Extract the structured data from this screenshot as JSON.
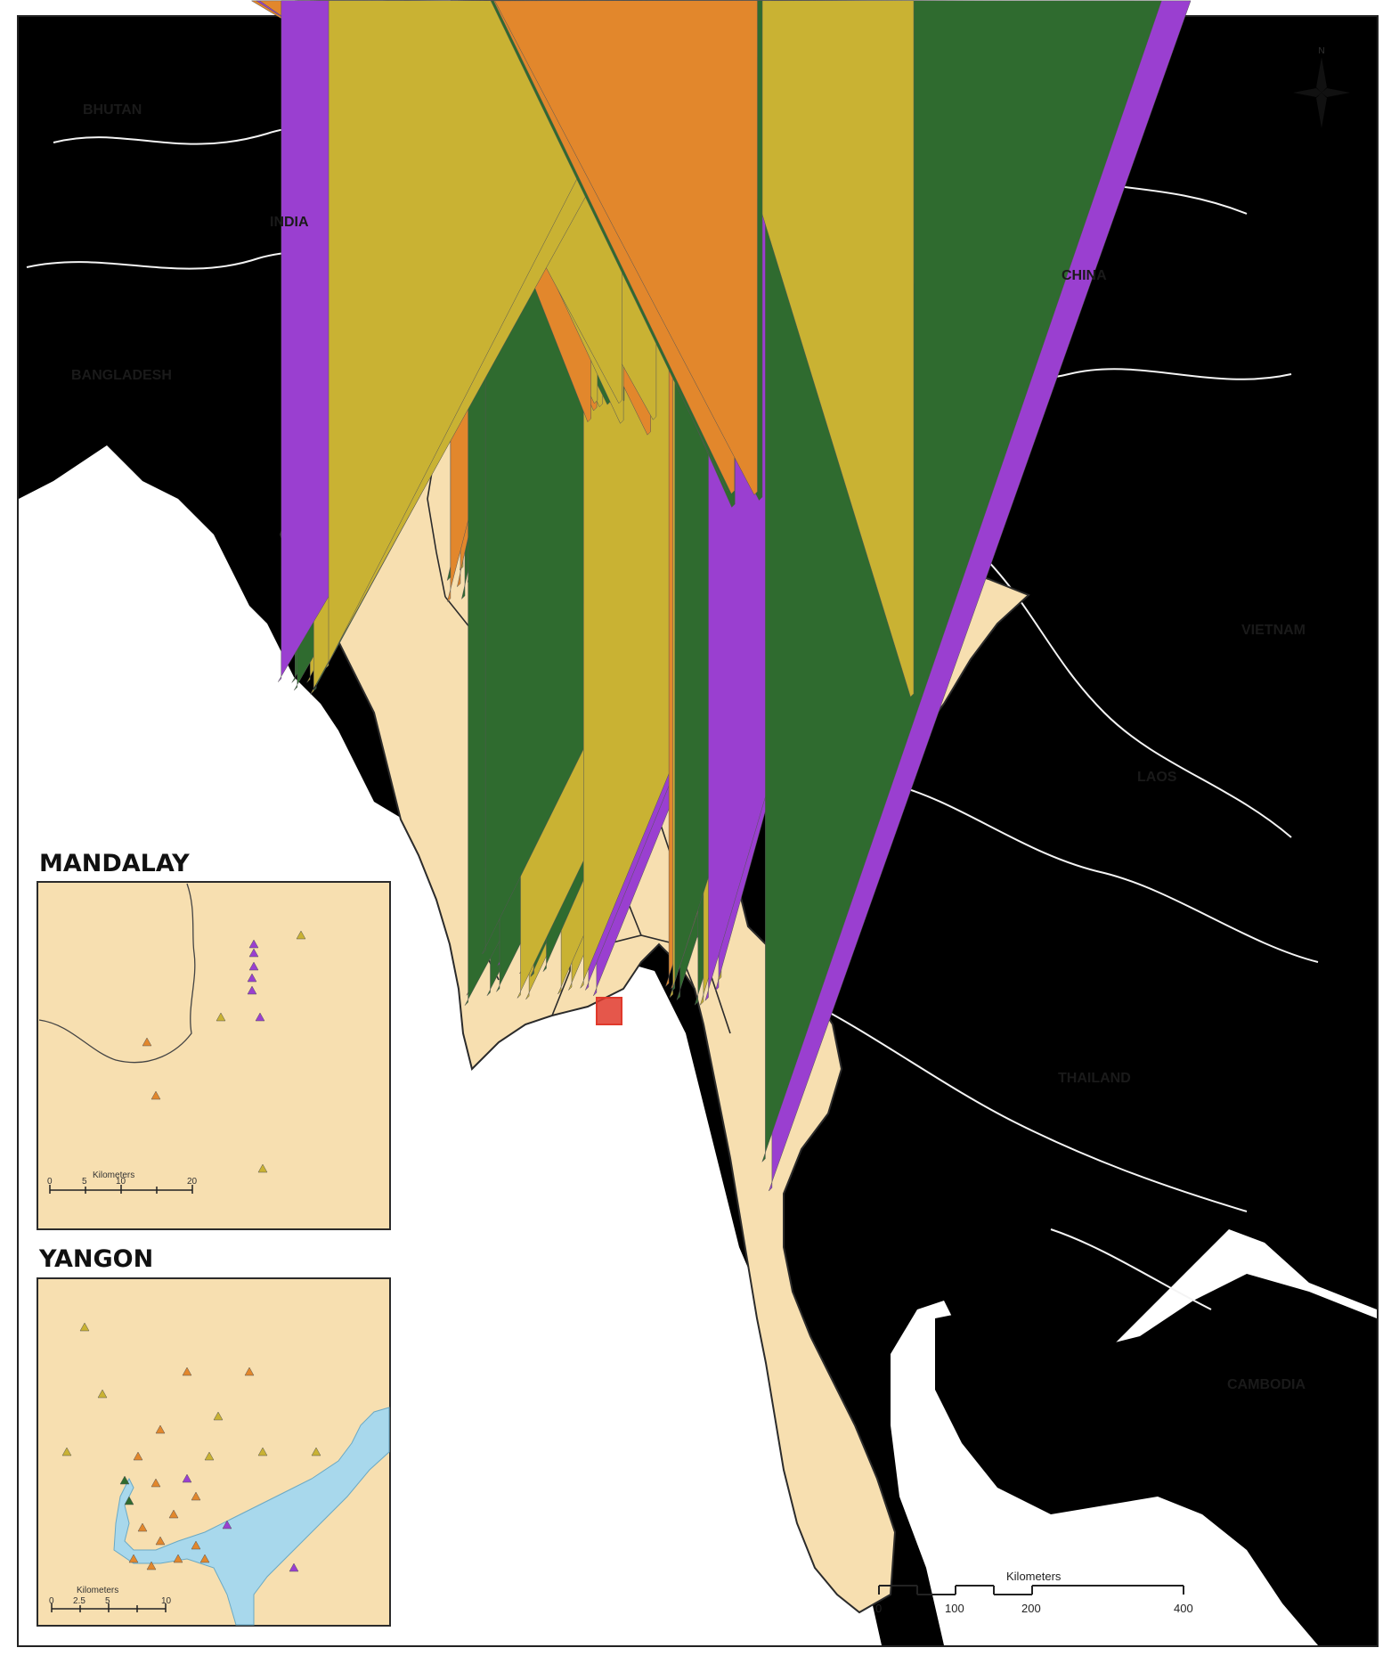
{
  "map": {
    "colors": {
      "water": "#ffffff",
      "land_neighbor": "#e3e3e3",
      "myanmar": "#f7dfb0",
      "border": "#2b2b2b",
      "site_yellow": "#c9b233",
      "site_orange": "#e2872c",
      "site_green": "#2f6b2f",
      "site_purple": "#9a3fd0",
      "inset_box": "#e0392b"
    },
    "country_labels": [
      {
        "key": "bhutan",
        "text": "BHUTAN"
      },
      {
        "key": "india",
        "text": "INDIA"
      },
      {
        "key": "bangladesh",
        "text": "BANGLADESH"
      },
      {
        "key": "china",
        "text": "CHINA"
      },
      {
        "key": "vietnam",
        "text": "VIETNAM"
      },
      {
        "key": "laos",
        "text": "LAOS"
      },
      {
        "key": "thailand",
        "text": "THAILAND"
      },
      {
        "key": "cambodia",
        "text": "CAMBODIA"
      }
    ],
    "north_arrow_label": "N",
    "scale_bar": {
      "unit": "Kilometers",
      "ticks": [
        "0",
        "100",
        "200",
        "400"
      ]
    },
    "insets": {
      "mandalay": {
        "title": "MANDALAY",
        "scale_unit": "Kilometers",
        "scale_ticks": [
          "0",
          "5",
          "10",
          "20"
        ]
      },
      "yangon": {
        "title": "YANGON",
        "scale_unit": "Kilometers",
        "scale_ticks": [
          "0",
          "2.5",
          "5",
          "10"
        ]
      }
    }
  }
}
